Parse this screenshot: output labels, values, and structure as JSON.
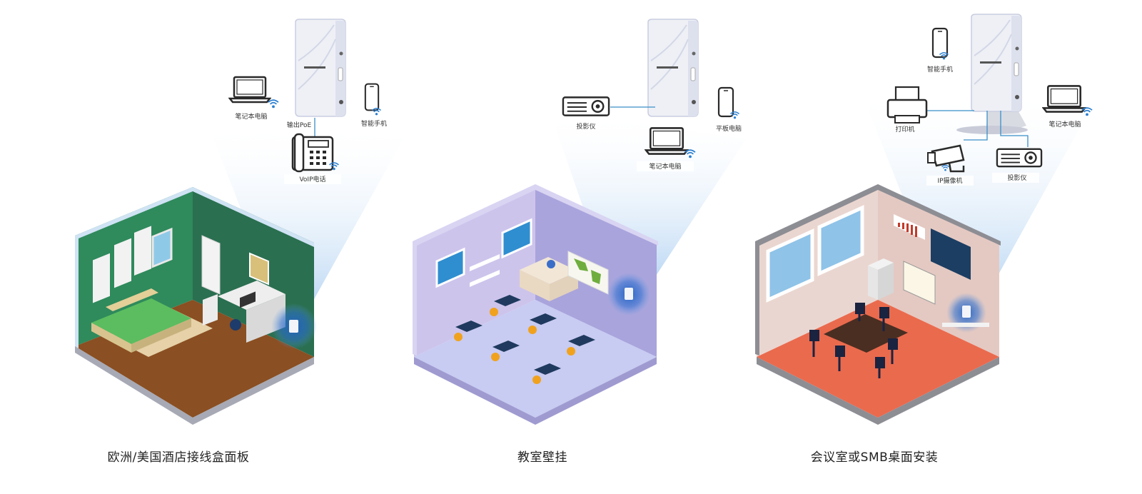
{
  "scenes": [
    {
      "caption": "欧洲/美国酒店接线盒面板",
      "labels": {
        "laptop": "笔记本电脑",
        "poe_out": "输出PoE",
        "phone": "智能手机",
        "voip": "VoIP电话"
      }
    },
    {
      "caption": "教室壁挂",
      "labels": {
        "projector": "投影仪",
        "tablet": "平板电脑",
        "laptop": "笔记本电脑"
      }
    },
    {
      "caption": "会议室或SMB桌面安装",
      "labels": {
        "phone": "智能手机",
        "printer": "打印机",
        "laptop": "笔记本电脑",
        "ipcam": "IP摄像机",
        "projector": "投影仪"
      }
    }
  ],
  "colors": {
    "beam": "#7fb6ea",
    "ap_body": "#eef0f6",
    "device_stroke": "#2a2a2a",
    "wifi": "#2b7fd0",
    "link_line": "#3a8fc8",
    "room1_wall": "#2f8a5c",
    "room1_floor": "#8a4f22",
    "room2_wall": "#c9c0e8",
    "room2_floor": "#c6c8ee",
    "room3_wall": "#e9d2cc",
    "room3_floor": "#ea6a4e",
    "glow": "#2466c0"
  }
}
